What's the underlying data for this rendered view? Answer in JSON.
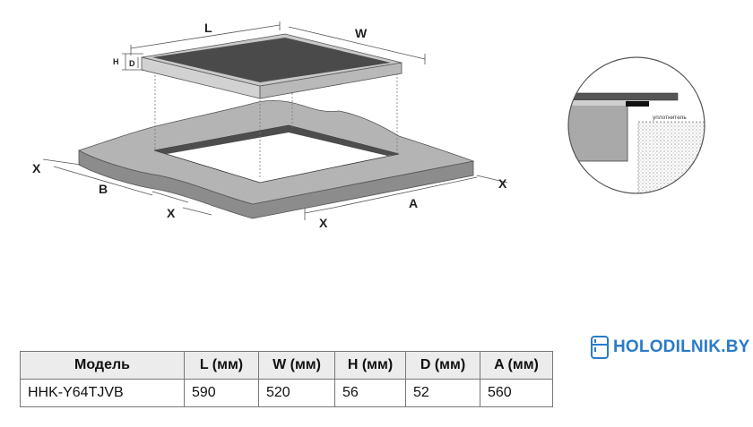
{
  "diagram": {
    "labels": {
      "length": "L",
      "width": "W",
      "height": "H",
      "depth": "D",
      "cutout_a": "A",
      "cutout_b": "B",
      "margin_x": "X"
    },
    "seal_label": "уплотнитель",
    "colors": {
      "glass": "#4a4a4a",
      "countertop": "#b4b4b4",
      "cutout_edge": "#4d4d4d",
      "seal": "#111111"
    }
  },
  "spec_table": {
    "headers": [
      "Модель",
      "L (мм)",
      "W (мм)",
      "H (мм)",
      "D (мм)",
      "A (мм)"
    ],
    "rows": [
      [
        "HHK-Y64TJVB",
        "590",
        "520",
        "56",
        "52",
        "560"
      ]
    ]
  },
  "brand": {
    "name": "HOLODILNIK.BY",
    "color": "#2b7bc8",
    "icon": "fridge-icon"
  }
}
